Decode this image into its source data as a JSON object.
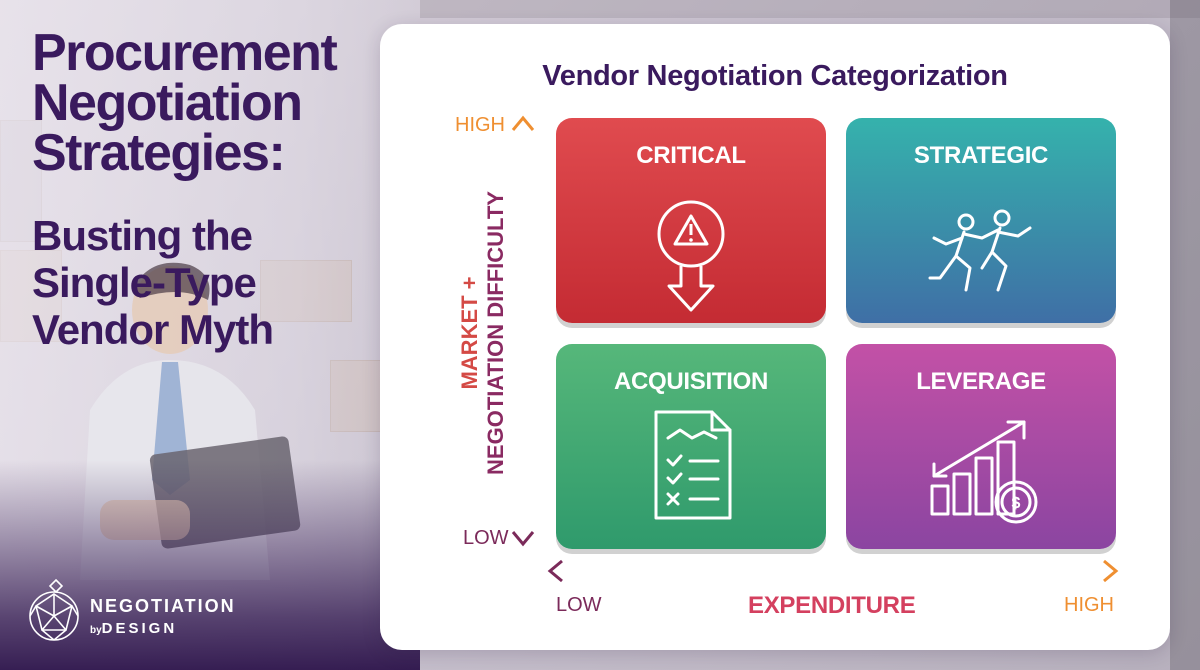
{
  "headline": {
    "line1": "Procurement",
    "line2": "Negotiation",
    "line3": "Strategies:",
    "sub1": "Busting the",
    "sub2": "Single-Type",
    "sub3": "Vendor Myth"
  },
  "logo": {
    "name": "NEGOTIATION",
    "by": "by",
    "design": "DESIGN",
    "icon": "geodesic-sphere-icon"
  },
  "diagram": {
    "title": "Vendor Negotiation Categorization",
    "y_axis": {
      "title_line1": "MARKET +",
      "title_line2": "NEGOTIATION DIFFICULTY",
      "high": "HIGH",
      "low": "LOW"
    },
    "x_axis": {
      "title": "EXPENDITURE",
      "low": "LOW",
      "high": "HIGH"
    },
    "quadrants": [
      {
        "label": "CRITICAL",
        "icon": "warning-down-arrow-icon",
        "color": "#d0383e"
      },
      {
        "label": "STRATEGIC",
        "icon": "running-people-icon",
        "color": "#3a8fa8"
      },
      {
        "label": "ACQUISITION",
        "icon": "checklist-icon",
        "color": "#43a973"
      },
      {
        "label": "LEVERAGE",
        "icon": "bar-chart-dollar-icon",
        "color": "#a74aa3"
      }
    ],
    "colors": {
      "orange": "#ef8f31",
      "plum": "#7b2a5a",
      "title": "#3a1a5e"
    }
  }
}
